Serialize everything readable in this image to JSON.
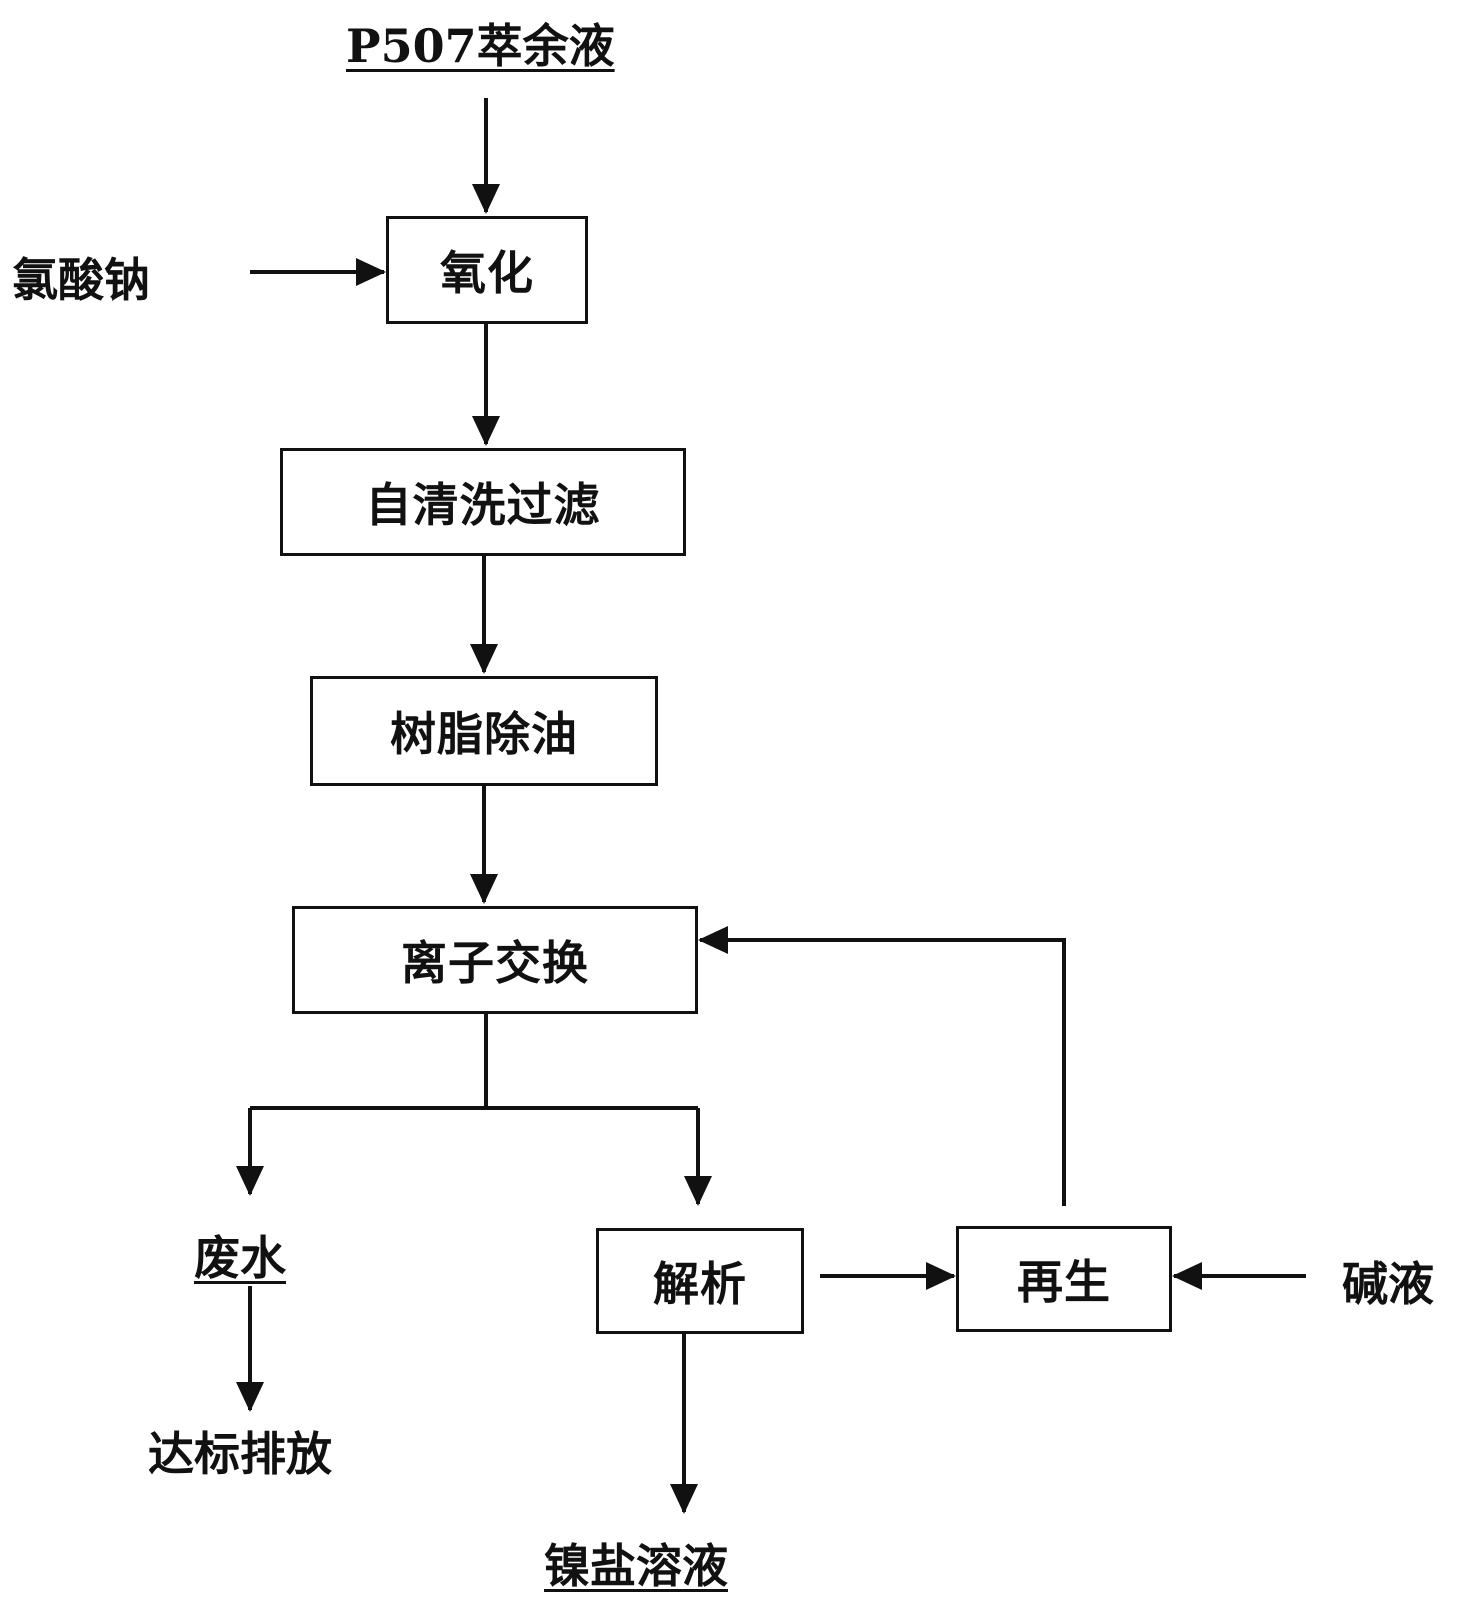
{
  "diagram": {
    "inputs": {
      "feed": "P507萃余液",
      "oxidant": "氯酸钠",
      "alkali": "碱液"
    },
    "steps": {
      "oxidation": "氧化",
      "self_clean_filter": "自清洗过滤",
      "resin_oil_removal": "树脂除油",
      "ion_exchange": "离子交换",
      "desorption": "解析",
      "regeneration": "再生"
    },
    "outputs": {
      "wastewater": "废水",
      "discharge": "达标排放",
      "nickel_salt_solution": "镍盐溶液"
    }
  }
}
